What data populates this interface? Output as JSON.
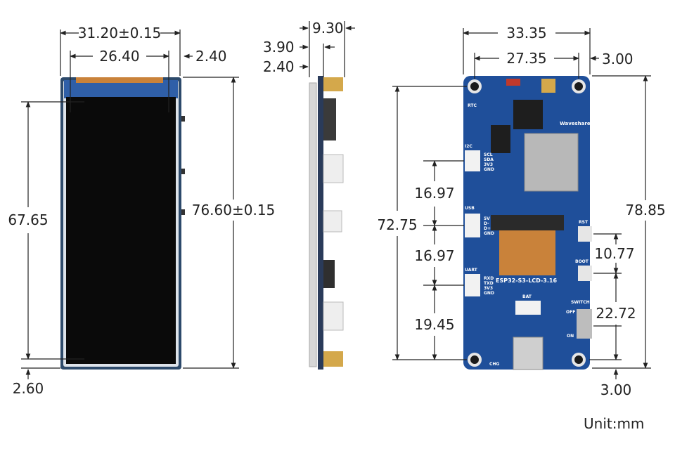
{
  "front_view": {
    "width_overall": "31.20±0.15",
    "width_active": "26.40",
    "bezel_right": "2.40",
    "height_active": "67.65",
    "height_overall": "76.60±0.15",
    "bezel_bottom": "2.60"
  },
  "side_view": {
    "thickness_total": "9.30",
    "thickness_a": "3.90",
    "thickness_b": "2.40"
  },
  "back_view": {
    "hole_span_outer": "33.35",
    "hole_span_inner": "27.35",
    "hole_offset_right": "3.00",
    "header_pitch_1": "16.97",
    "header_pitch_2": "16.97",
    "header_offset_bottom": "19.45",
    "hole_span_vertical": "72.75",
    "height_overall": "78.85",
    "button_pitch": "10.77",
    "switch_offset": "22.72",
    "hole_offset_bottom": "3.00",
    "board_name": "ESP32-S3-LCD-3.16",
    "brand": "Waveshare",
    "labels": {
      "rtc": "RTC",
      "i2c": "I2C",
      "usb": "USB",
      "uart": "UART",
      "rst": "RST",
      "boot": "BOOT",
      "switch": "SWITCH",
      "off": "OFF",
      "on": "ON",
      "bat": "BAT",
      "chg": "CHG"
    },
    "i2c_pins": [
      "SCL",
      "SDA",
      "3V3",
      "GND"
    ],
    "uart_pins": [
      "RXD",
      "TXD",
      "3V3",
      "GND"
    ],
    "usb_pins": [
      "5V",
      "D-",
      "D+",
      "GND"
    ]
  },
  "unit": "Unit:mm",
  "colors": {
    "pcb": "#1f4f9a",
    "screen": "#0a0a0a",
    "bezel": "#dfe3ea",
    "fpc": "#c9823a"
  }
}
